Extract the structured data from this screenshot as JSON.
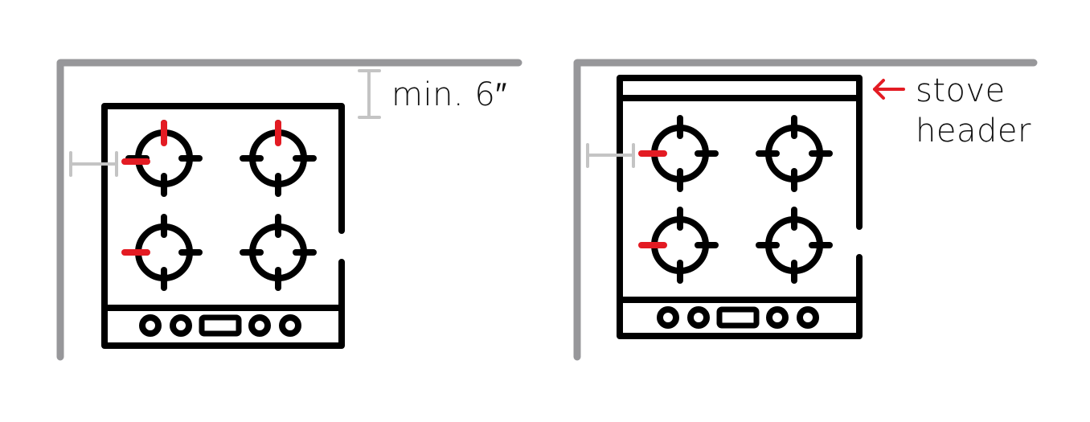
{
  "diagram": {
    "left_panel": {
      "annotation": "min. 6″",
      "description": "stove without header, 6-inch minimum clearance to cabinet wall"
    },
    "right_panel": {
      "annotation_line1": "stove",
      "annotation_line2": "header",
      "arrow_icon": "left-arrow"
    },
    "colors": {
      "wall": "#97979a",
      "stove": "#000000",
      "accent": "#e31b23",
      "dimension": "#c4c4c4",
      "text": "#111111"
    }
  }
}
